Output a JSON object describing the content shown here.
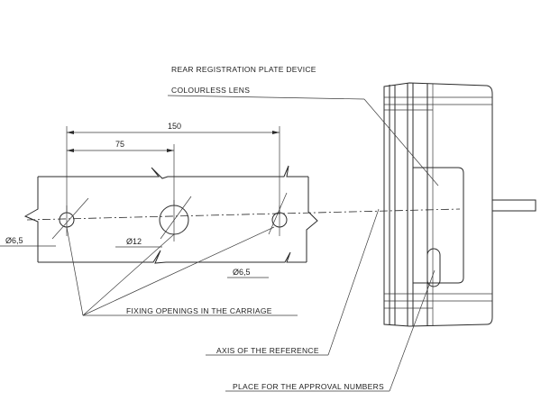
{
  "labels": {
    "rear_device": "REAR REGISTRATION PLATE DEVICE",
    "lens": "COLOURLESS LENS",
    "fixing": "FIXING OPENINGS IN THE CARRIAGE",
    "axis": "AXIS OF THE REFERENCE",
    "approval": "PLACE FOR THE APPROVAL NUMBERS"
  },
  "dimensions": {
    "overall_span": "150",
    "half_span": "75",
    "hole_small_left": "Ø6,5",
    "hole_center": "Ø12",
    "hole_small_right": "Ø6,5"
  }
}
